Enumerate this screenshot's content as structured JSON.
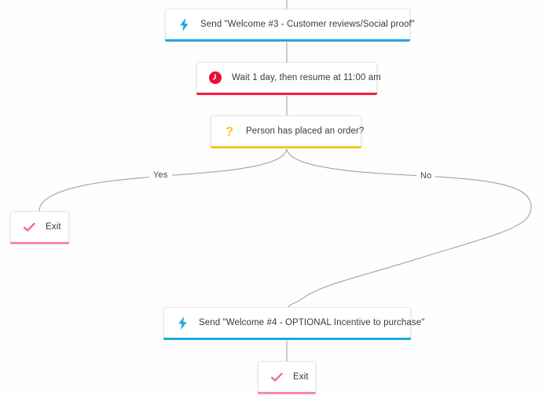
{
  "diagram": {
    "type": "automation-workflow-flowchart",
    "background_color": "#fefefe",
    "connector_color": "#9a9a9a",
    "accent_colors": {
      "send": "#1fa7e0",
      "wait": "#fa1b3d",
      "condition": "#fcc521",
      "exit": "#f98ba0"
    }
  },
  "nodes": [
    {
      "id": "send-welcome-3",
      "kind": "send",
      "icon": "lightning-bolt-icon",
      "label": "Send \"Welcome #3 - Customer reviews/Social proof\"",
      "accent": "#1fa7e0"
    },
    {
      "id": "wait-1-day",
      "kind": "wait",
      "icon": "clock-icon",
      "label": "Wait 1 day, then resume at 11:00 am",
      "accent": "#fa1b3d"
    },
    {
      "id": "condition",
      "kind": "condition",
      "icon": "question-mark-icon",
      "label": "Person has placed an order?",
      "accent": "#fcc521"
    },
    {
      "id": "exit-yes",
      "kind": "exit",
      "icon": "check-mark-icon",
      "label": "Exit",
      "accent": "#f98ba0"
    },
    {
      "id": "send-welcome-4",
      "kind": "send",
      "icon": "lightning-bolt-icon",
      "label": "Send \"Welcome #4 - OPTIONAL Incentive to purchase\"",
      "accent": "#1fa7e0"
    },
    {
      "id": "exit-final",
      "kind": "exit",
      "icon": "check-mark-icon",
      "label": "Exit",
      "accent": "#f98ba0"
    }
  ],
  "branches": {
    "yes_label": "Yes",
    "no_label": "No"
  }
}
